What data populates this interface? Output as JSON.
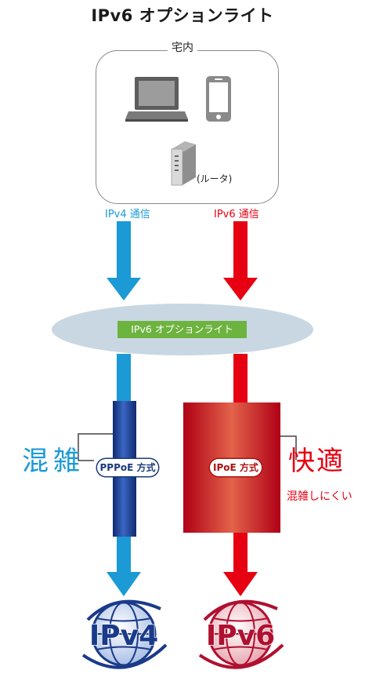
{
  "title": "IPv6 オプションライト",
  "home": {
    "label": "宅内",
    "devices": [
      "laptop-icon",
      "smartphone-icon",
      "router-icon"
    ],
    "router_label": "(ルータ)"
  },
  "flows": {
    "ipv4_label": "IPv4 通信",
    "ipv6_label": "IPv6 通信"
  },
  "network": {
    "label": "IPv6 オプションライト"
  },
  "left": {
    "method": "PPPoE 方式",
    "status": "混雑",
    "globe": "IPv4"
  },
  "right": {
    "method": "IPoE 方式",
    "status": "快適",
    "status_sub": "混雑しにくい",
    "globe": "IPv6"
  },
  "colors": {
    "ipv4": "#1b9ad6",
    "ipv6": "#e60012",
    "pppoe_pipe": "#1a3a8a",
    "ipoe_pipe": "#c8102e",
    "network_ellipse": "#c9d7e3",
    "network_label_bg": "#6db33f"
  }
}
